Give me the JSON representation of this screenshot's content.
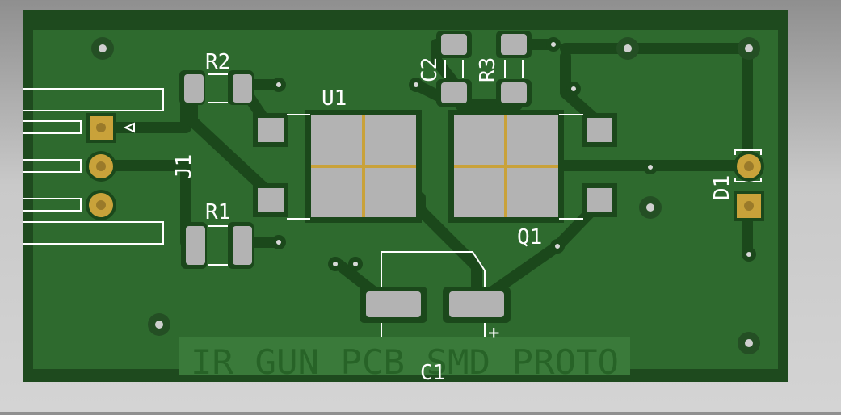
{
  "viewer": {
    "background_top": "#8f8f8f",
    "background_bottom": "#d4d4d4"
  },
  "board": {
    "silk_title": "IR GUN PCB SMD PROTO",
    "colors": {
      "soldermask_dark": "#1e4a1e",
      "soldermask": "#2e6a2e",
      "copper_trace": "#1b481b",
      "pad_smd": "#b3b3b3",
      "pad_gold": "#c9a23a",
      "silkscreen": "#ffffff",
      "silk_fill": "#3a7a3a"
    }
  },
  "components": {
    "r2": "R2",
    "r1": "R1",
    "r3": "R3",
    "c2": "C2",
    "c1": "C1",
    "u1": "U1",
    "q1": "Q1",
    "j1": "J1",
    "d1": "D1",
    "c1_polarity": "+"
  }
}
